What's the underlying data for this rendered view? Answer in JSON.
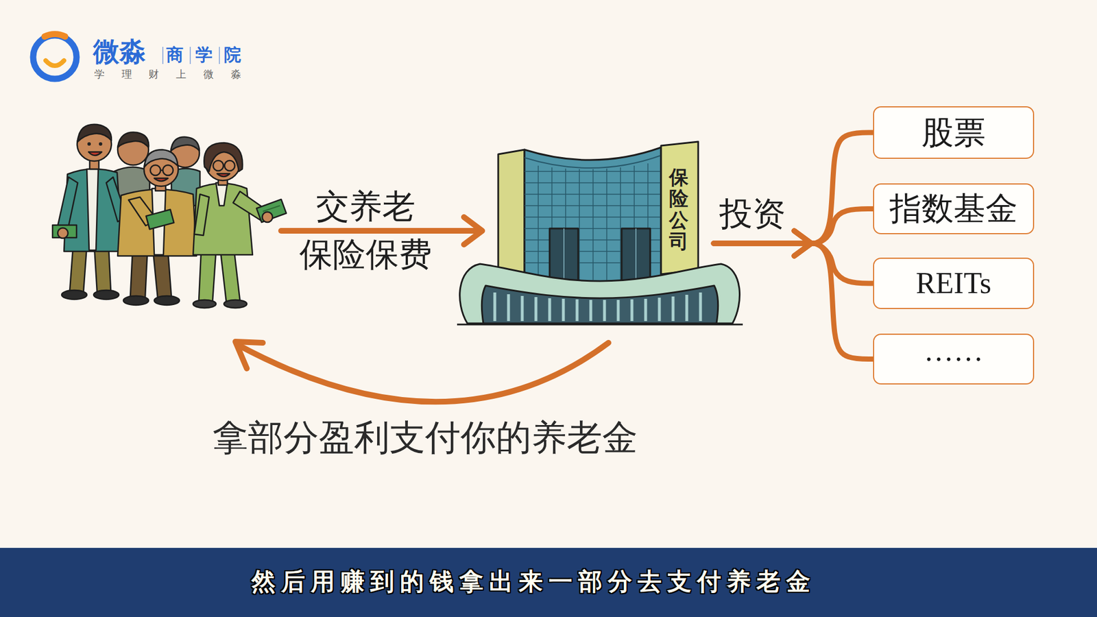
{
  "diagram": {
    "caption": "然后用赚到的钱拿出来一部分去支付养老金",
    "nodes": [
      {
        "text": [
          "保险公司"
        ]
      },
      {
        "text": [
          "股票"
        ]
      },
      {
        "text": [
          "指数基金"
        ]
      },
      {
        "text": [
          "REITs"
        ]
      },
      {
        "text": [
          "······"
        ]
      }
    ],
    "edges": [
      {
        "from": 0,
        "to": 1,
        "arrow": "to",
        "label": "投资"
      },
      {
        "from": 0,
        "to": 2,
        "arrow": "to"
      },
      {
        "from": 0,
        "to": 3,
        "arrow": "to"
      },
      {
        "from": 0,
        "to": 4,
        "arrow": "to"
      }
    ],
    "labels": [
      "微淼",
      "商",
      "学",
      "院",
      "学 理 财 上 微 淼",
      "交养老 保险保费",
      "拿部分盈利支付你的养老金"
    ]
  }
}
